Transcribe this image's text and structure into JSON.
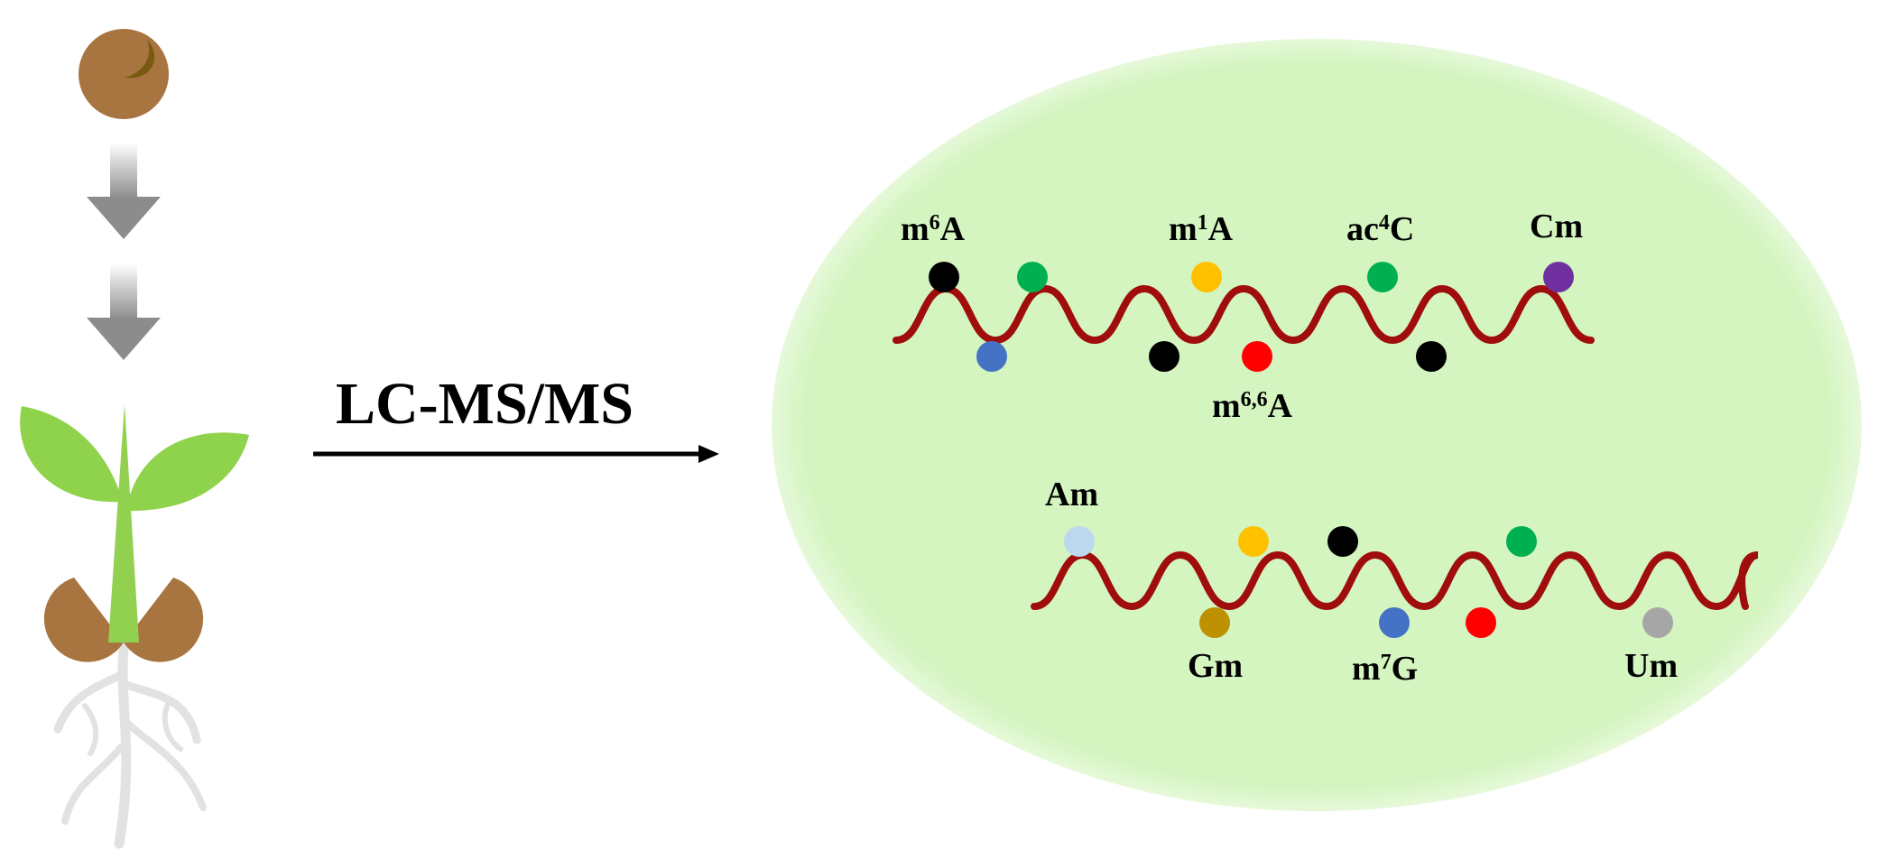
{
  "method_label": "LC-MS/MS",
  "colors": {
    "ellipse_fill": "#d4f5c0",
    "rna_strand": "#a00d0d",
    "seed": "#a8743f",
    "seed_shade": "#7a5a10",
    "leaf": "#8fd24c",
    "stem": "#92d050",
    "root": "#e2e2e2",
    "arrow_gray": "#8c8c8c"
  },
  "labels": {
    "m6A": {
      "base": "m",
      "sup": "6",
      "tail": "A"
    },
    "m1A": {
      "base": "m",
      "sup": "1",
      "tail": "A"
    },
    "ac4C": {
      "base": "ac",
      "sup": "4",
      "tail": "C"
    },
    "Cm": {
      "base": "Cm",
      "sup": "",
      "tail": ""
    },
    "m66A": {
      "base": "m",
      "sup": "6,6",
      "tail": "A"
    },
    "Am": {
      "base": "Am",
      "sup": "",
      "tail": ""
    },
    "Gm": {
      "base": "Gm",
      "sup": "",
      "tail": ""
    },
    "m7G": {
      "base": "m",
      "sup": "7",
      "tail": "G"
    },
    "Um": {
      "base": "Um",
      "sup": "",
      "tail": ""
    }
  },
  "modification_dots": {
    "strand1": [
      {
        "name": "m6A",
        "color": "#000000"
      },
      {
        "name": "unlabeled",
        "color": "#00b050"
      },
      {
        "name": "m1A",
        "color": "#ffc000"
      },
      {
        "name": "ac4C",
        "color": "#00b050"
      },
      {
        "name": "Cm",
        "color": "#7030a0"
      },
      {
        "name": "unlabeled",
        "color": "#4472c4"
      },
      {
        "name": "unlabeled",
        "color": "#000000"
      },
      {
        "name": "m6,6A",
        "color": "#ff0000"
      },
      {
        "name": "unlabeled",
        "color": "#000000"
      }
    ],
    "strand2": [
      {
        "name": "Am",
        "color": "#bdd7ee"
      },
      {
        "name": "unlabeled",
        "color": "#ffc000"
      },
      {
        "name": "unlabeled",
        "color": "#000000"
      },
      {
        "name": "unlabeled",
        "color": "#00b050"
      },
      {
        "name": "Gm",
        "color": "#bf9000"
      },
      {
        "name": "m7G",
        "color": "#4472c4"
      },
      {
        "name": "unlabeled",
        "color": "#ff0000"
      },
      {
        "name": "Um",
        "color": "#a6a6a6"
      }
    ]
  }
}
